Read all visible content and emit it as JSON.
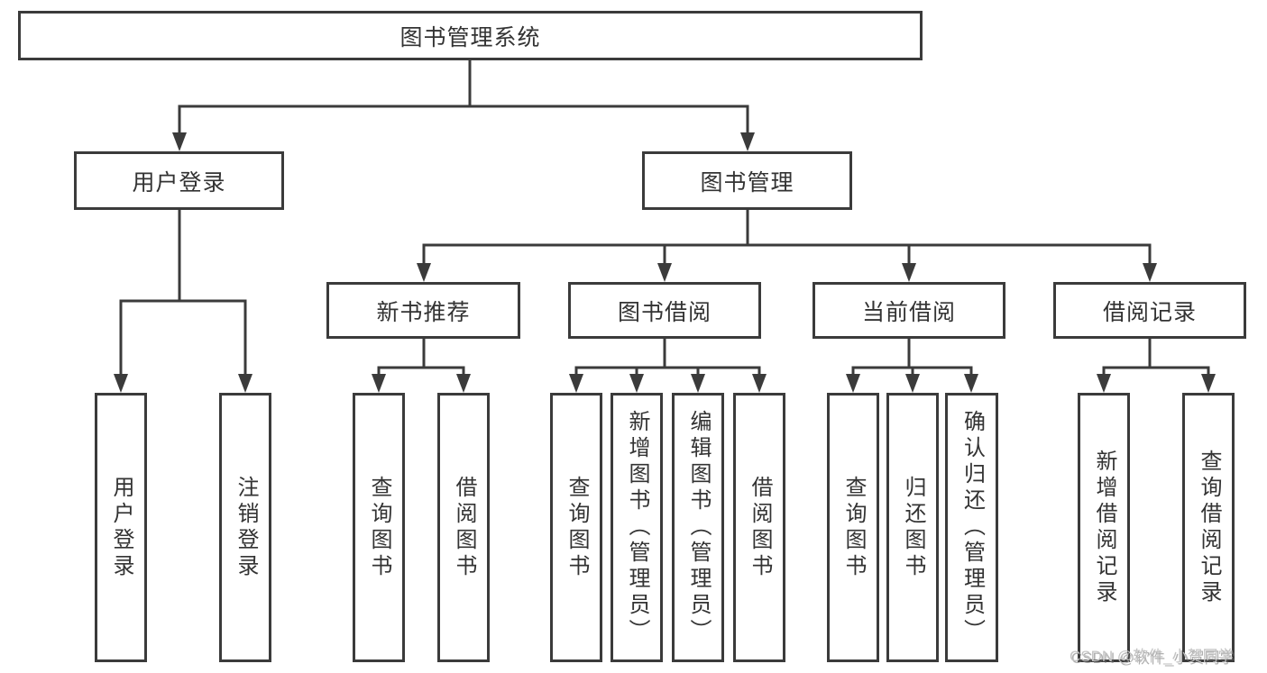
{
  "title": {
    "label": "图书管理系统"
  },
  "level2": {
    "user_login": {
      "label": "用户登录"
    },
    "book_mgmt": {
      "label": "图书管理"
    }
  },
  "level3": {
    "new_book": {
      "label": "新书推荐"
    },
    "borrow": {
      "label": "图书借阅"
    },
    "current": {
      "label": "当前借阅"
    },
    "record": {
      "label": "借阅记录"
    }
  },
  "leaves": {
    "user_login_1": {
      "label": "用户登录"
    },
    "user_login_2": {
      "label": "注销登录"
    },
    "new_book_1": {
      "label": "查询图书"
    },
    "new_book_2": {
      "label": "借阅图书"
    },
    "borrow_1": {
      "label": "查询图书"
    },
    "borrow_2": {
      "label": "新增图书（管理员）"
    },
    "borrow_3": {
      "label": "编辑图书（管理员）"
    },
    "borrow_4": {
      "label": "借阅图书"
    },
    "current_1": {
      "label": "查询图书"
    },
    "current_2": {
      "label": "归还图书"
    },
    "current_3": {
      "label": "确认归还（管理员）"
    },
    "record_1": {
      "label": "新增借阅记录"
    },
    "record_2": {
      "label": "查询借阅记录"
    }
  },
  "watermark": {
    "label": "CSDN @软件_小贺同学"
  },
  "colors": {
    "line": "#3b3b3b",
    "text": "#333333",
    "background": "#ffffff",
    "watermark": "#c3c3c3"
  }
}
